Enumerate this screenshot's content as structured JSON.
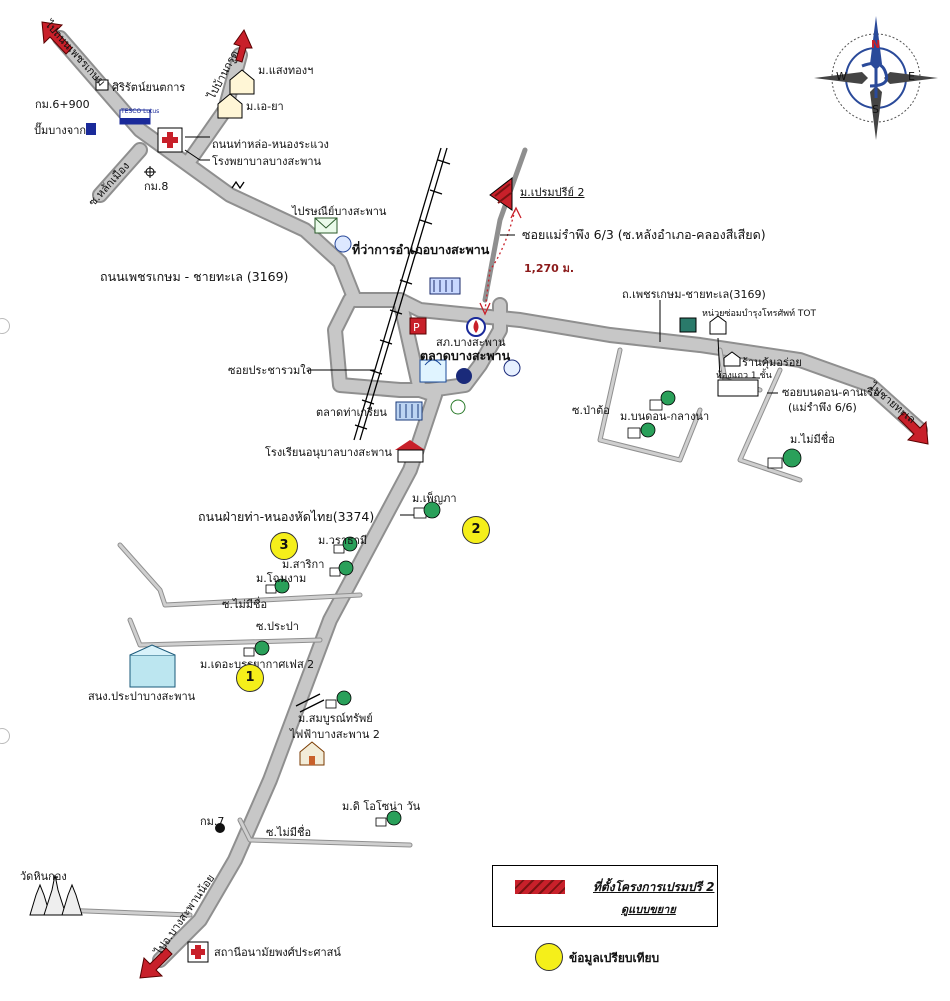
{
  "map": {
    "roads": {
      "road_3169": "ถนนเพชรเกษม - ชายทะเล (3169)",
      "road_3169_east": "ถ.เพชรเกษม-ชายทะเล(3169)",
      "road_3374": "ถนนฝ่ายท่า-หนองหัดไทย(3374)",
      "to_petchkasem": "ไปถนนเพชรเกษม",
      "to_ban_krut": "ไปบ้านกรูด",
      "to_sea": "ไปชายทะเล",
      "to_bang_saphan_noi": "ไปอ.บางสะพานน้อย",
      "tha_lo_road": "ถนนท่าหล่อ-หนองระแวง",
      "soi_prachachuam": "ซอยประชารวมใจ",
      "soi_mae_ramphueng": "ซอยแม่รำพึง 6/3 (ซ.หลังอำเภอ-คลองสีเสียด)",
      "soi_bon_don": "ซอยบนดอน-คานเรือ",
      "soi_bon_don_sub": "(แม่รำพึง 6/6)",
      "soi_pa_to": "ซ.ป่าต้อ",
      "soi_lak_mueang": "ซ.หลักเมือง",
      "soi_no_name_1": "ซ.ไม่มีชื่อ",
      "soi_no_name_2": "ซ.ไม่มีชื่อ",
      "soi_prapa": "ซ.ประปา",
      "km_6900": "กม.6+900",
      "km_8": "กม.8",
      "km_7": "กม.7",
      "distance": "1,270 ม."
    },
    "places": {
      "sirirat": "ศิริรัตน์ยนตการ",
      "pump": "ปั๊มบางจาก",
      "tesco": "TESCO Lotus",
      "hospital": "โรงพยาบาลบางสะพาน",
      "post_office": "ไปรษณีย์บางสะพาน",
      "district_office": "ที่ว่าการอำเภอบางสะพาน",
      "police": "สภ.บางสะพาน",
      "market": "ตลาดบางสะพาน",
      "tha_kian_market": "ตลาดท่าเกรียน",
      "kindergarten": "โรงเรียนอนุบาลบางสะพาน",
      "tot": "หน่วยซ่อมบำรุงโทรศัพท์ TOT",
      "shop": "ร้านคุ้มอร่อย",
      "row_house": "ห้องแถว 1 ชั้น",
      "waterworks": "สนง.ประปาบางสะพาน",
      "electricity": "ไฟฟ้าบางสะพาน 2",
      "temple": "วัดหินกอง",
      "health_station": "สถานีอนามัยพงศ์ประศาสน์"
    },
    "villages": {
      "saengthong": "ม.แสงทองฯ",
      "eya": "ม.เอ-ยา",
      "prompree2": "ม.เปรมปรีย์ 2",
      "bon_don": "ม.บนดอน-กลางนา",
      "no_name": "ม.ไม่มีชื่อ",
      "phenphaka": "ม.เพ็ญภา",
      "waratharmi": "ม.วราธามี",
      "sarika": "ม.สาริกา",
      "chomngam": "ม.โฉมงาม",
      "the_air": "ม.เดอะบรรยากาศเฟส 2",
      "somboon": "ม.สมบูรณ์ทรัพย์",
      "de_chona": "ม.ดิ โอโซน่า วัน"
    },
    "markers": {
      "m1": "1",
      "m2": "2",
      "m3": "3"
    },
    "compass": {
      "n": "N",
      "s": "S",
      "e": "E",
      "w": "W"
    }
  },
  "legend": {
    "project_site": "ที่ตั้งโครงการเปรมปรี 2",
    "expanded_view": "ดูแบบขยาย",
    "comparison": "ข้อมูลเปรียบเทียบ"
  },
  "colors": {
    "road": "#c4c4c4",
    "road_edge": "#8f8f8f",
    "arrow": "#c8202a",
    "marker": "#f5ef1a",
    "project": "#b71c1c"
  }
}
